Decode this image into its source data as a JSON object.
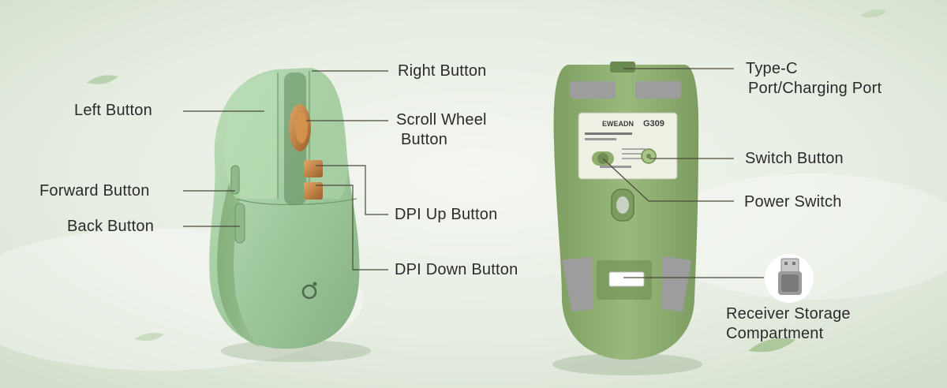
{
  "left_mouse_callouts": {
    "left_button": "Left Button",
    "forward_button": "Forward Button",
    "back_button": "Back Button",
    "right_button": "Right Button",
    "scroll_wheel_line1": "Scroll Wheel",
    "scroll_wheel_line2": "Button",
    "dpi_up_button": "DPI Up Button",
    "dpi_down_button": "DPI Down Button"
  },
  "right_mouse_callouts": {
    "type_c_line1": "Type-C",
    "type_c_line2": "Port/Charging Port",
    "switch_button": "Switch Button",
    "power_switch": "Power Switch",
    "receiver_line1": "Receiver Storage",
    "receiver_line2": "Compartment"
  },
  "mouse_label_plate": {
    "brand": "EWEADN",
    "model": "G309"
  },
  "colors": {
    "background": "#e9efe6",
    "mouse_green": "#9fc59f",
    "bottom_green": "#8fae72",
    "accent_copper": "#c98a4b"
  }
}
